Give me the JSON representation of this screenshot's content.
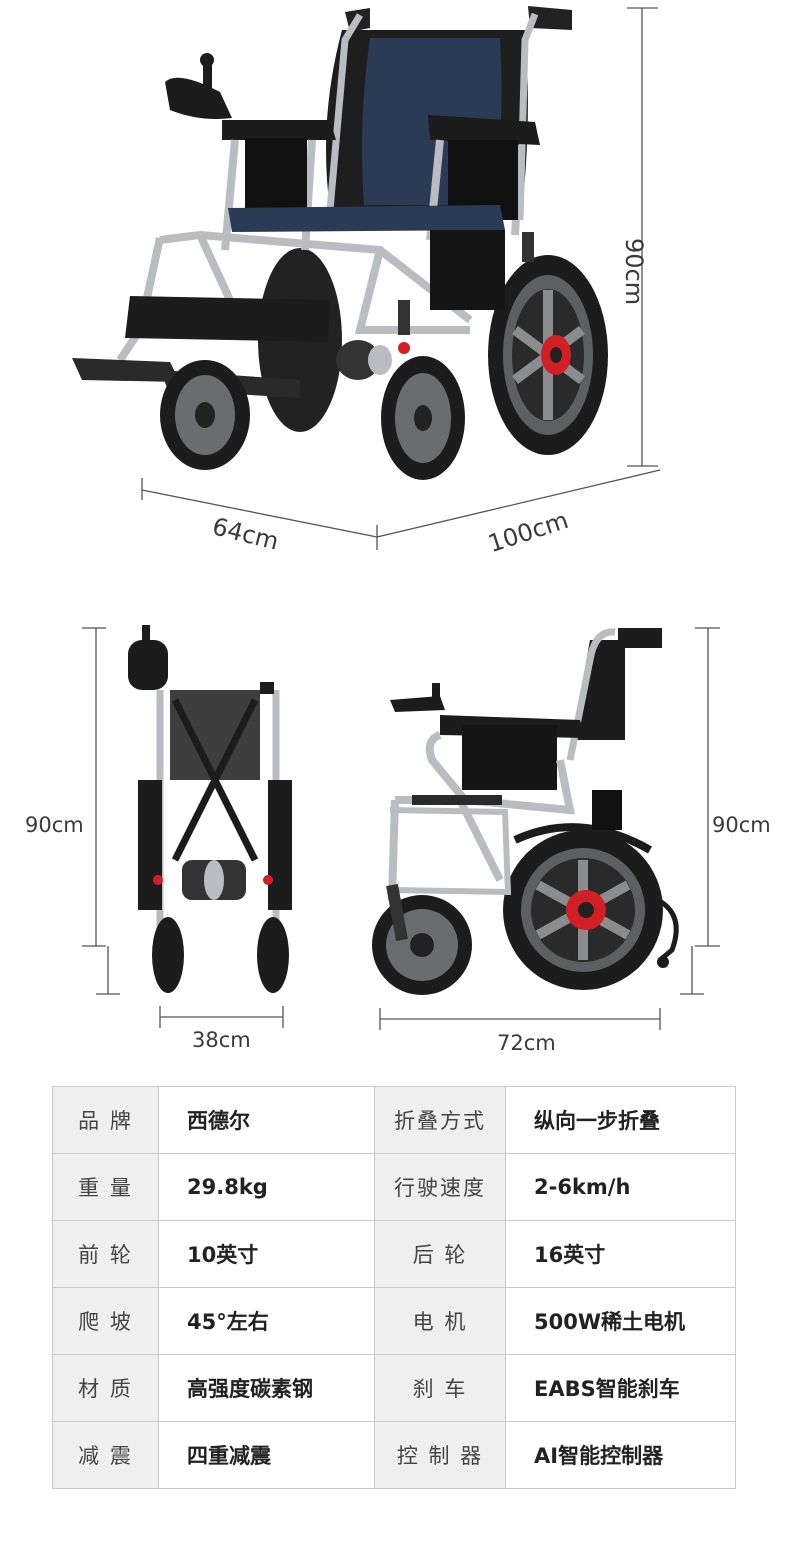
{
  "dimensions": {
    "height_top": "90cm",
    "width_top": "64cm",
    "length_top": "100cm",
    "height_front": "90cm",
    "height_side": "90cm",
    "folded_width": "38cm",
    "folded_length": "72cm"
  },
  "specs": [
    {
      "label": "品 牌",
      "value": "西德尔",
      "label2": "折叠方式",
      "value2": "纵向一步折叠"
    },
    {
      "label": "重 量",
      "value": "29.8kg",
      "label2": "行驶速度",
      "value2": "2-6km/h"
    },
    {
      "label": "前 轮",
      "value": "10英寸",
      "label2": "后 轮",
      "value2": "16英寸"
    },
    {
      "label": "爬 坡",
      "value": "45°左右",
      "label2": "电 机",
      "value2": "500W稀土电机"
    },
    {
      "label": "材 质",
      "value": "高强度碳素钢",
      "label2": "刹 车",
      "value2": "EABS智能刹车"
    },
    {
      "label": "减 震",
      "value": "四重减震",
      "label2": "控 制 器",
      "value2": "AI智能控制器"
    }
  ],
  "colors": {
    "seat_navy": "#2b3a55",
    "frame_silver": "#b9bcc0",
    "black": "#1c1c1c",
    "hub_red": "#d11f24"
  }
}
